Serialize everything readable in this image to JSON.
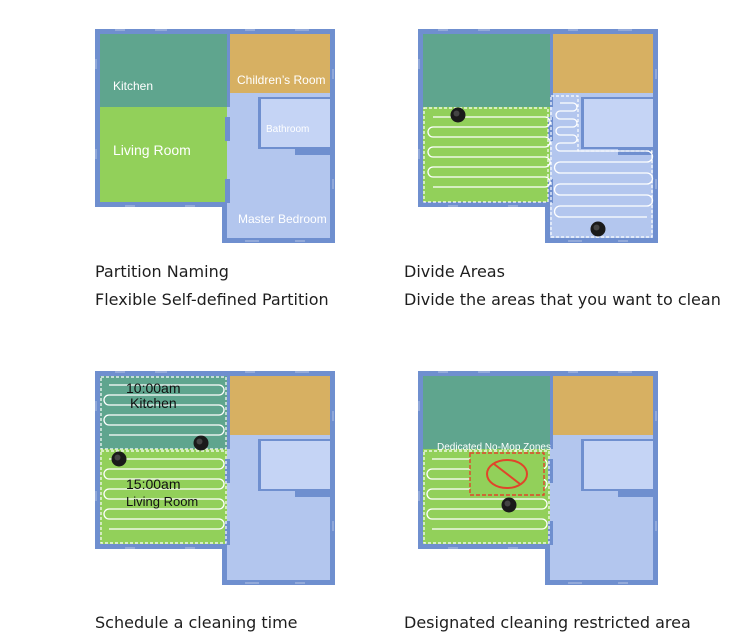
{
  "panels": [
    {
      "room_labels": {
        "kitchen": "Kitchen",
        "childrens_room": "Children’s Room",
        "bathroom": "Bathroom",
        "living_room": "Living Room",
        "master_bedroom": "Master Bedroom"
      },
      "caption_line1": "Partition Naming",
      "caption_line2": "Flexible Self-defined Partition"
    },
    {
      "caption_line1": "Divide Areas",
      "caption_line2": "Divide the areas that you want to clean"
    },
    {
      "schedule_time_1": "10:00am",
      "schedule_room_1": "Kitchen",
      "schedule_time_2": "15:00am",
      "schedule_room_2": "Living Room",
      "caption_line1": "Schedule a cleaning time"
    },
    {
      "zone_label": "Dedicated No-Mop Zones",
      "caption_line1": "Designated cleaning restricted area"
    }
  ],
  "colors": {
    "wall": "#6f8fcf",
    "kitchen": "#5fa58e",
    "childrens_room": "#d7b062",
    "living_room": "#92d05a",
    "bedroom": "#b3c6ee",
    "bathroom": "#c5d4f5",
    "robot": "#1a1a1a",
    "no_go": "#e0452a"
  }
}
